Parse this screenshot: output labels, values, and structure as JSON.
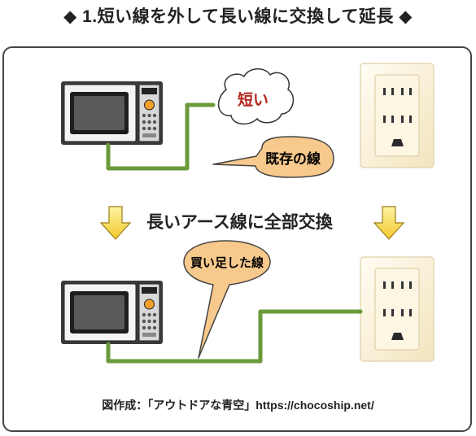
{
  "title": "◆ 1.短い線を外して長い線に交換して延長 ◆",
  "cloud_label": "短い",
  "existing_label": "既存の線",
  "middle_label": "長いアース線に全部交換",
  "bought_label": "買い足した線",
  "credit": "図作成：「アウトドアな青空」https://chocoship.net/",
  "colors": {
    "wire": "#6b9a3b",
    "cloud_text": "#b3261e",
    "arrow_fill": "#f3d84a",
    "callout_fill": "#f7c98c",
    "outlet_bg": "#fbf3dc"
  }
}
